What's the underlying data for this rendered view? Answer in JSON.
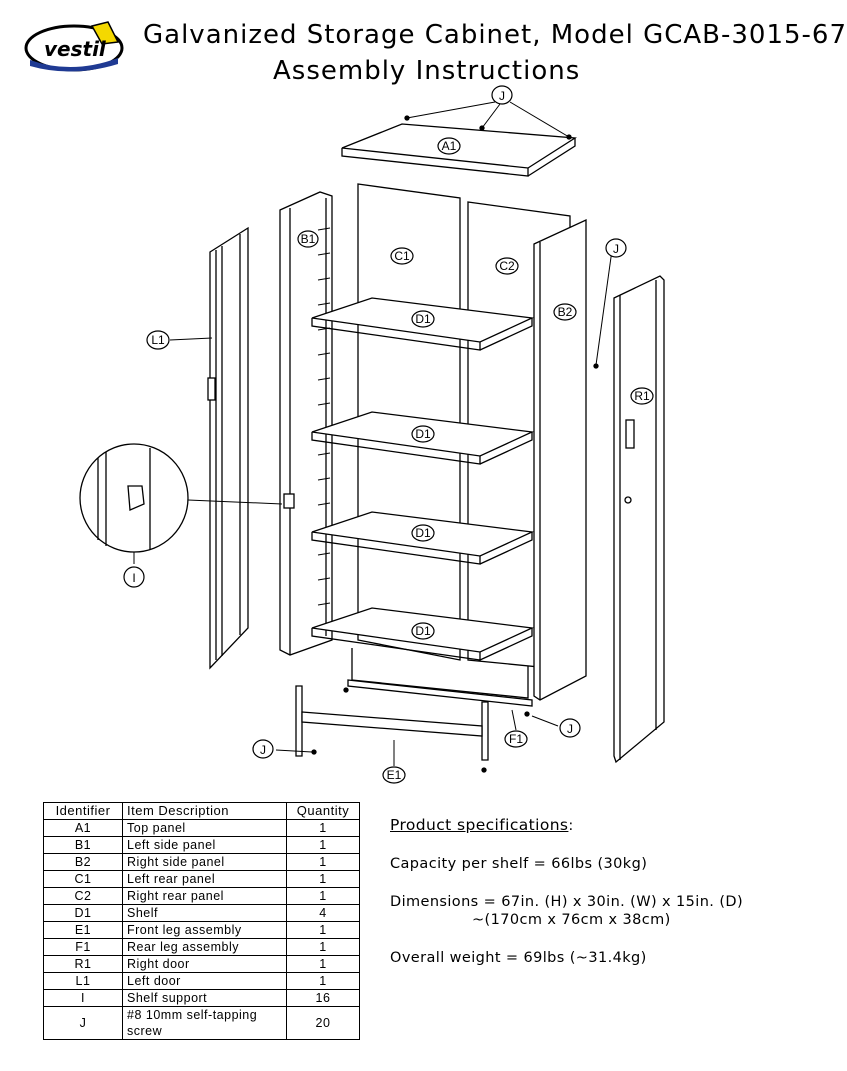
{
  "header": {
    "logo_text": "vestil",
    "title": "Galvanized Storage Cabinet, Model GCAB-3015-67",
    "subtitle": "Assembly Instructions"
  },
  "diagram": {
    "labels": [
      "J",
      "A1",
      "B1",
      "C1",
      "C2",
      "J",
      "B2",
      "L1",
      "D1",
      "R1",
      "D1",
      "I",
      "D1",
      "D1",
      "J",
      "F1",
      "J",
      "E1"
    ]
  },
  "parts_table": {
    "headers": [
      "Identifier",
      "Item Description",
      "Quantity"
    ],
    "rows": [
      {
        "id": "A1",
        "desc": "Top panel",
        "qty": "1"
      },
      {
        "id": "B1",
        "desc": "Left side panel",
        "qty": "1"
      },
      {
        "id": "B2",
        "desc": "Right side panel",
        "qty": "1"
      },
      {
        "id": "C1",
        "desc": "Left rear panel",
        "qty": "1"
      },
      {
        "id": "C2",
        "desc": "Right rear panel",
        "qty": "1"
      },
      {
        "id": "D1",
        "desc": "Shelf",
        "qty": "4"
      },
      {
        "id": "E1",
        "desc": "Front leg assembly",
        "qty": "1"
      },
      {
        "id": "F1",
        "desc": "Rear leg assembly",
        "qty": "1"
      },
      {
        "id": "R1",
        "desc": "Right door",
        "qty": "1"
      },
      {
        "id": "L1",
        "desc": "Left door",
        "qty": "1"
      },
      {
        "id": "I",
        "desc": "Shelf support",
        "qty": "16"
      },
      {
        "id": "J",
        "desc": "#8 10mm self-tapping screw",
        "qty": "20"
      }
    ]
  },
  "specs": {
    "heading": "Product specifications",
    "heading_suffix": ":",
    "capacity": "Capacity per shelf = 66lbs (30kg)",
    "dimensions_line1": "Dimensions = 67in. (H) x 30in. (W) x 15in. (D)",
    "dimensions_line2": "~(170cm x 76cm x 38cm)",
    "weight": "Overall weight = 69lbs (~31.4kg)"
  }
}
